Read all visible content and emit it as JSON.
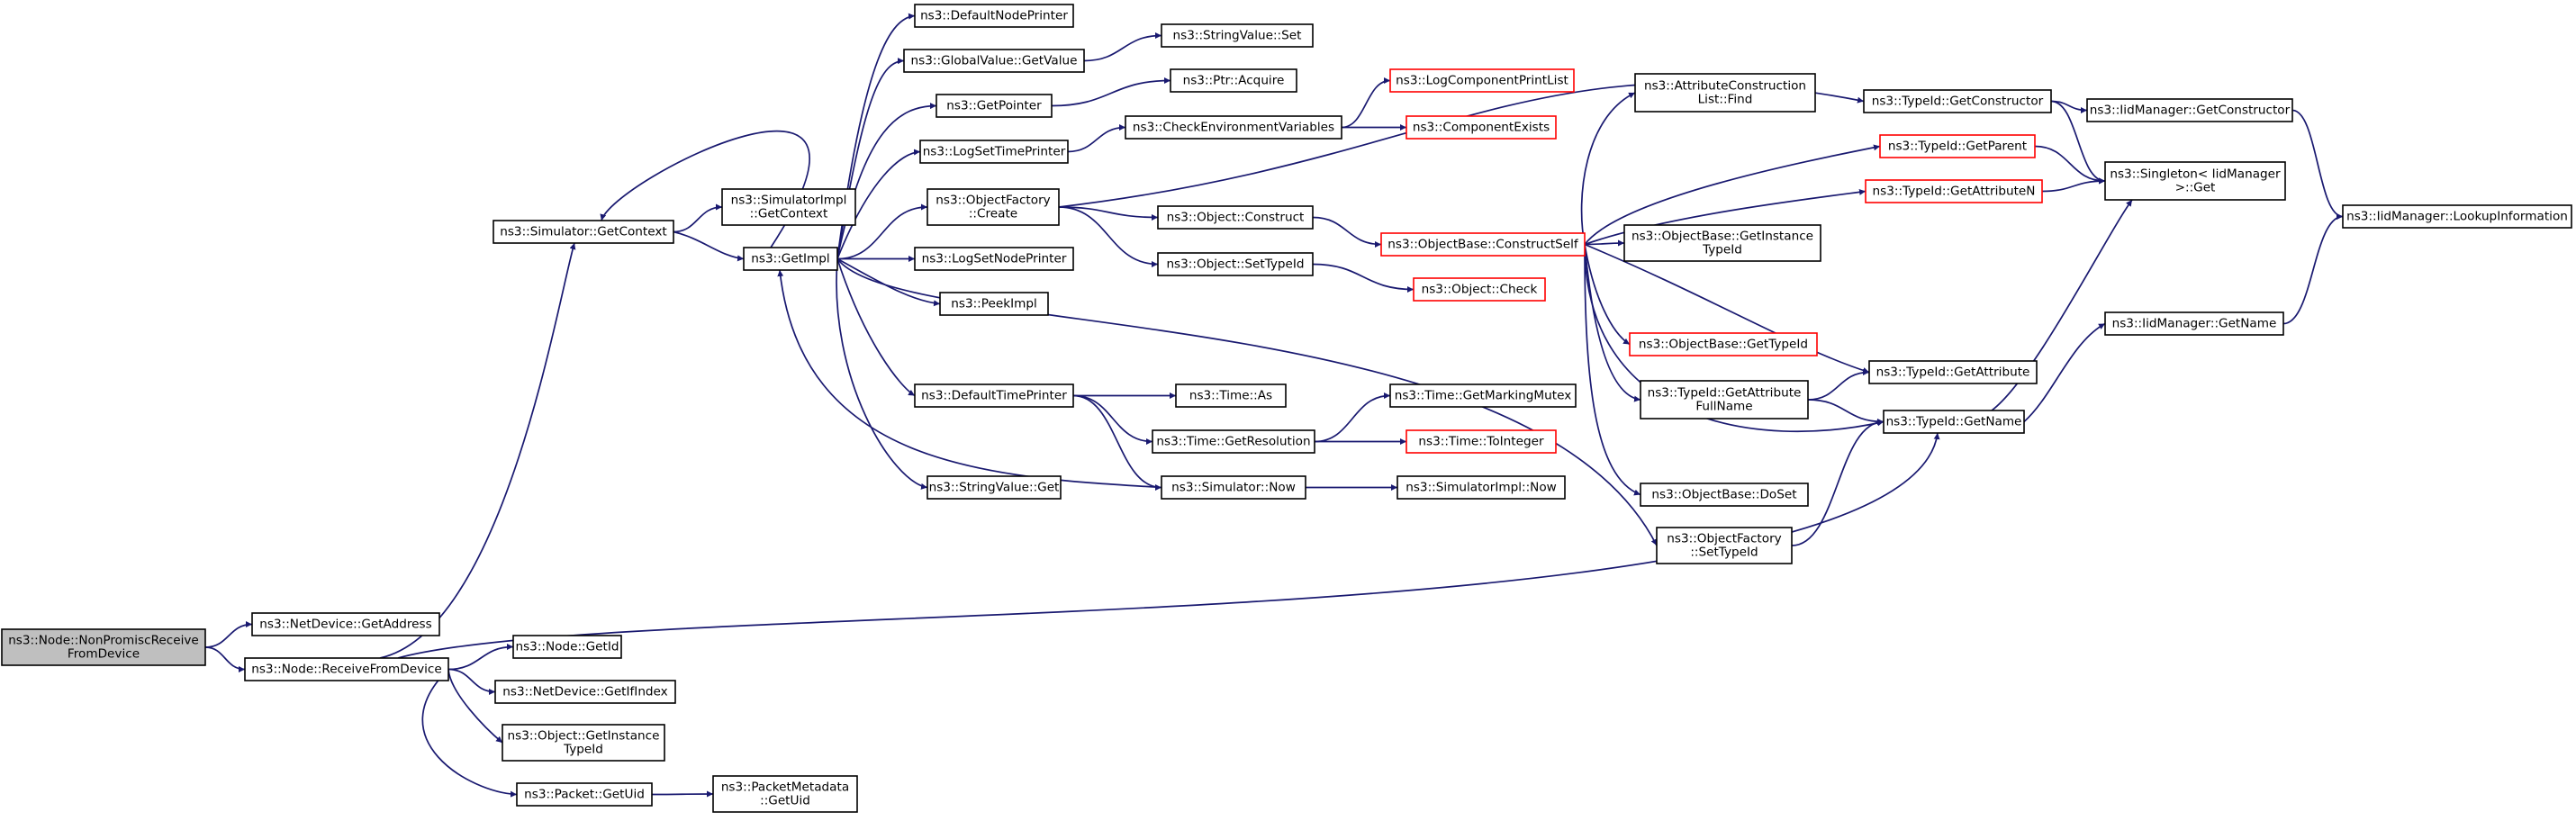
{
  "diagram": {
    "type": "call-graph",
    "colors": {
      "edge": "#191970",
      "node_border": "#000000",
      "node_border_truncated": "#ff0000",
      "node_fill": "#ffffff",
      "root_fill": "#bfbfbf"
    },
    "nodes": [
      {
        "id": "root",
        "lines": [
          "ns3::Node::NonPromiscReceive",
          "FromDevice"
        ],
        "style": "root"
      },
      {
        "id": "netdev_getaddress",
        "lines": [
          "ns3::NetDevice::GetAddress"
        ]
      },
      {
        "id": "node_receivefromdevice",
        "lines": [
          "ns3::Node::ReceiveFromDevice"
        ]
      },
      {
        "id": "node_getid",
        "lines": [
          "ns3::Node::GetId"
        ]
      },
      {
        "id": "netdev_getifindex",
        "lines": [
          "ns3::NetDevice::GetIfIndex"
        ]
      },
      {
        "id": "object_getinstancetypeid",
        "lines": [
          "ns3::Object::GetInstance",
          "TypeId"
        ]
      },
      {
        "id": "packet_getuid",
        "lines": [
          "ns3::Packet::GetUid"
        ]
      },
      {
        "id": "packetmetadata_getuid",
        "lines": [
          "ns3::PacketMetadata",
          "::GetUid"
        ]
      },
      {
        "id": "simulator_getcontext",
        "lines": [
          "ns3::Simulator::GetContext"
        ]
      },
      {
        "id": "simimpl_getcontext",
        "lines": [
          "ns3::SimulatorImpl",
          "::GetContext"
        ]
      },
      {
        "id": "getimpl",
        "lines": [
          "ns3::GetImpl"
        ]
      },
      {
        "id": "defaultnodeprinter",
        "lines": [
          "ns3::DefaultNodePrinter"
        ]
      },
      {
        "id": "globalvalue_getvalue",
        "lines": [
          "ns3::GlobalValue::GetValue"
        ]
      },
      {
        "id": "getpointer",
        "lines": [
          "ns3::GetPointer"
        ]
      },
      {
        "id": "logsettimeprinter",
        "lines": [
          "ns3::LogSetTimePrinter"
        ]
      },
      {
        "id": "objectfactory_create",
        "lines": [
          "ns3::ObjectFactory",
          "::Create"
        ]
      },
      {
        "id": "logsetnodeprinter",
        "lines": [
          "ns3::LogSetNodePrinter"
        ]
      },
      {
        "id": "peekimpl",
        "lines": [
          "ns3::PeekImpl"
        ]
      },
      {
        "id": "defaulttimeprinter",
        "lines": [
          "ns3::DefaultTimePrinter"
        ]
      },
      {
        "id": "stringvalue_get",
        "lines": [
          "ns3::StringValue::Get"
        ]
      },
      {
        "id": "stringvalue_set",
        "lines": [
          "ns3::StringValue::Set"
        ]
      },
      {
        "id": "ptr_acquire",
        "lines": [
          "ns3::Ptr::Acquire"
        ]
      },
      {
        "id": "checkenvvars",
        "lines": [
          "ns3::CheckEnvironmentVariables"
        ]
      },
      {
        "id": "object_construct",
        "lines": [
          "ns3::Object::Construct"
        ]
      },
      {
        "id": "object_settypeid",
        "lines": [
          "ns3::Object::SetTypeId"
        ]
      },
      {
        "id": "time_as",
        "lines": [
          "ns3::Time::As"
        ]
      },
      {
        "id": "time_getresolution",
        "lines": [
          "ns3::Time::GetResolution"
        ]
      },
      {
        "id": "simulator_now",
        "lines": [
          "ns3::Simulator::Now"
        ]
      },
      {
        "id": "logcomponentprintlist",
        "lines": [
          "ns3::LogComponentPrintList"
        ],
        "style": "truncated"
      },
      {
        "id": "componentexists",
        "lines": [
          "ns3::ComponentExists"
        ],
        "style": "truncated"
      },
      {
        "id": "objectbase_constructself",
        "lines": [
          "ns3::ObjectBase::ConstructSelf"
        ],
        "style": "truncated"
      },
      {
        "id": "object_check",
        "lines": [
          "ns3::Object::Check"
        ],
        "style": "truncated"
      },
      {
        "id": "time_getmarkingmutex",
        "lines": [
          "ns3::Time::GetMarkingMutex"
        ]
      },
      {
        "id": "time_tointeger",
        "lines": [
          "ns3::Time::ToInteger"
        ],
        "style": "truncated"
      },
      {
        "id": "simimpl_now",
        "lines": [
          "ns3::SimulatorImpl::Now"
        ]
      },
      {
        "id": "attrconstructionlist_find",
        "lines": [
          "ns3::AttributeConstruction",
          "List::Find"
        ]
      },
      {
        "id": "objectbase_getinstancetypeid",
        "lines": [
          "ns3::ObjectBase::GetInstance",
          "TypeId"
        ]
      },
      {
        "id": "objectbase_gettypeid",
        "lines": [
          "ns3::ObjectBase::GetTypeId"
        ],
        "style": "truncated"
      },
      {
        "id": "typeid_getattributefullname",
        "lines": [
          "ns3::TypeId::GetAttribute",
          "FullName"
        ]
      },
      {
        "id": "objectbase_doset",
        "lines": [
          "ns3::ObjectBase::DoSet"
        ]
      },
      {
        "id": "objectfactory_settypeid",
        "lines": [
          "ns3::ObjectFactory",
          "::SetTypeId"
        ]
      },
      {
        "id": "typeid_getconstructor",
        "lines": [
          "ns3::TypeId::GetConstructor"
        ]
      },
      {
        "id": "typeid_getparent",
        "lines": [
          "ns3::TypeId::GetParent"
        ],
        "style": "truncated"
      },
      {
        "id": "typeid_getattributen",
        "lines": [
          "ns3::TypeId::GetAttributeN"
        ],
        "style": "truncated"
      },
      {
        "id": "typeid_getattribute",
        "lines": [
          "ns3::TypeId::GetAttribute"
        ]
      },
      {
        "id": "typeid_getname",
        "lines": [
          "ns3::TypeId::GetName"
        ]
      },
      {
        "id": "iidmanager_getconstructor",
        "lines": [
          "ns3::IidManager::GetConstructor"
        ]
      },
      {
        "id": "singleton_get",
        "lines": [
          "ns3::Singleton< IidManager",
          " >::Get"
        ]
      },
      {
        "id": "iidmanager_getname",
        "lines": [
          "ns3::IidManager::GetName"
        ]
      },
      {
        "id": "iidmanager_lookupinformation",
        "lines": [
          "ns3::IidManager::LookupInformation"
        ]
      }
    ],
    "edges": [
      [
        "root",
        "netdev_getaddress"
      ],
      [
        "root",
        "node_receivefromdevice"
      ],
      [
        "node_receivefromdevice",
        "simulator_getcontext"
      ],
      [
        "node_receivefromdevice",
        "node_getid"
      ],
      [
        "node_receivefromdevice",
        "netdev_getifindex"
      ],
      [
        "node_receivefromdevice",
        "object_getinstancetypeid"
      ],
      [
        "node_receivefromdevice",
        "packet_getuid"
      ],
      [
        "node_receivefromdevice",
        "typeid_getname"
      ],
      [
        "packet_getuid",
        "packetmetadata_getuid"
      ],
      [
        "simulator_getcontext",
        "simimpl_getcontext"
      ],
      [
        "simulator_getcontext",
        "getimpl"
      ],
      [
        "getimpl",
        "simulator_getcontext"
      ],
      [
        "getimpl",
        "defaultnodeprinter"
      ],
      [
        "getimpl",
        "globalvalue_getvalue"
      ],
      [
        "getimpl",
        "getpointer"
      ],
      [
        "getimpl",
        "logsettimeprinter"
      ],
      [
        "getimpl",
        "objectfactory_create"
      ],
      [
        "getimpl",
        "logsetnodeprinter"
      ],
      [
        "getimpl",
        "peekimpl"
      ],
      [
        "getimpl",
        "defaulttimeprinter"
      ],
      [
        "getimpl",
        "stringvalue_get"
      ],
      [
        "getimpl",
        "objectfactory_settypeid"
      ],
      [
        "simulator_now",
        "getimpl"
      ],
      [
        "globalvalue_getvalue",
        "stringvalue_set"
      ],
      [
        "getpointer",
        "ptr_acquire"
      ],
      [
        "logsettimeprinter",
        "checkenvvars"
      ],
      [
        "checkenvvars",
        "logcomponentprintlist"
      ],
      [
        "checkenvvars",
        "componentexists"
      ],
      [
        "objectfactory_create",
        "object_construct"
      ],
      [
        "objectfactory_create",
        "object_settypeid"
      ],
      [
        "objectfactory_create",
        "typeid_getconstructor"
      ],
      [
        "object_construct",
        "objectbase_constructself"
      ],
      [
        "object_settypeid",
        "object_check"
      ],
      [
        "defaulttimeprinter",
        "time_as"
      ],
      [
        "defaulttimeprinter",
        "time_getresolution"
      ],
      [
        "defaulttimeprinter",
        "simulator_now"
      ],
      [
        "time_getresolution",
        "time_getmarkingmutex"
      ],
      [
        "time_getresolution",
        "time_tointeger"
      ],
      [
        "simulator_now",
        "simimpl_now"
      ],
      [
        "objectbase_constructself",
        "attrconstructionlist_find"
      ],
      [
        "objectbase_constructself",
        "objectbase_getinstancetypeid"
      ],
      [
        "objectbase_constructself",
        "objectbase_gettypeid"
      ],
      [
        "objectbase_constructself",
        "typeid_getattributefullname"
      ],
      [
        "objectbase_constructself",
        "objectbase_doset"
      ],
      [
        "objectbase_constructself",
        "typeid_getparent"
      ],
      [
        "objectbase_constructself",
        "typeid_getattributen"
      ],
      [
        "objectbase_constructself",
        "typeid_getattribute"
      ],
      [
        "objectbase_constructself",
        "typeid_getname"
      ],
      [
        "typeid_getattributefullname",
        "typeid_getattribute"
      ],
      [
        "typeid_getattributefullname",
        "typeid_getname"
      ],
      [
        "objectfactory_settypeid",
        "typeid_getname"
      ],
      [
        "typeid_getconstructor",
        "iidmanager_getconstructor"
      ],
      [
        "typeid_getconstructor",
        "singleton_get"
      ],
      [
        "typeid_getparent",
        "singleton_get"
      ],
      [
        "typeid_getattributen",
        "singleton_get"
      ],
      [
        "typeid_getname",
        "singleton_get"
      ],
      [
        "typeid_getname",
        "iidmanager_getname"
      ],
      [
        "iidmanager_getconstructor",
        "iidmanager_lookupinformation"
      ],
      [
        "iidmanager_getname",
        "iidmanager_lookupinformation"
      ]
    ]
  }
}
